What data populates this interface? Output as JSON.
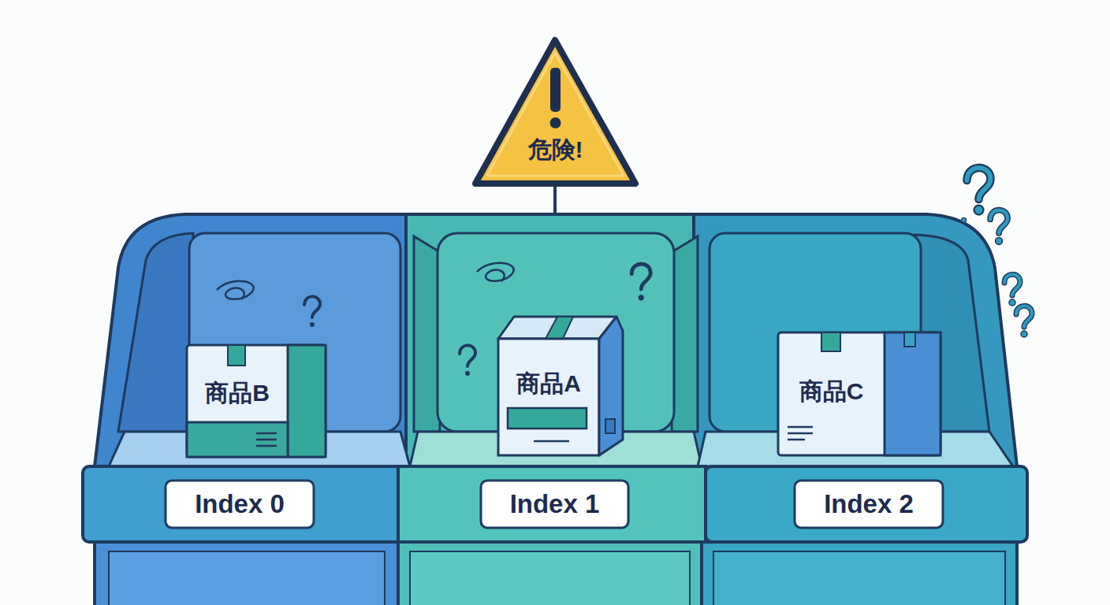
{
  "diagram": {
    "nodes": [
      {
        "text": [
          "危険!"
        ]
      },
      {
        "text": [
          "商品B"
        ]
      },
      {
        "text": [
          "商品A"
        ]
      },
      {
        "text": [
          "商品C"
        ]
      },
      {
        "text": [
          "Index 0"
        ]
      },
      {
        "text": [
          "Index 1"
        ]
      },
      {
        "text": [
          "Index 2"
        ]
      }
    ]
  }
}
